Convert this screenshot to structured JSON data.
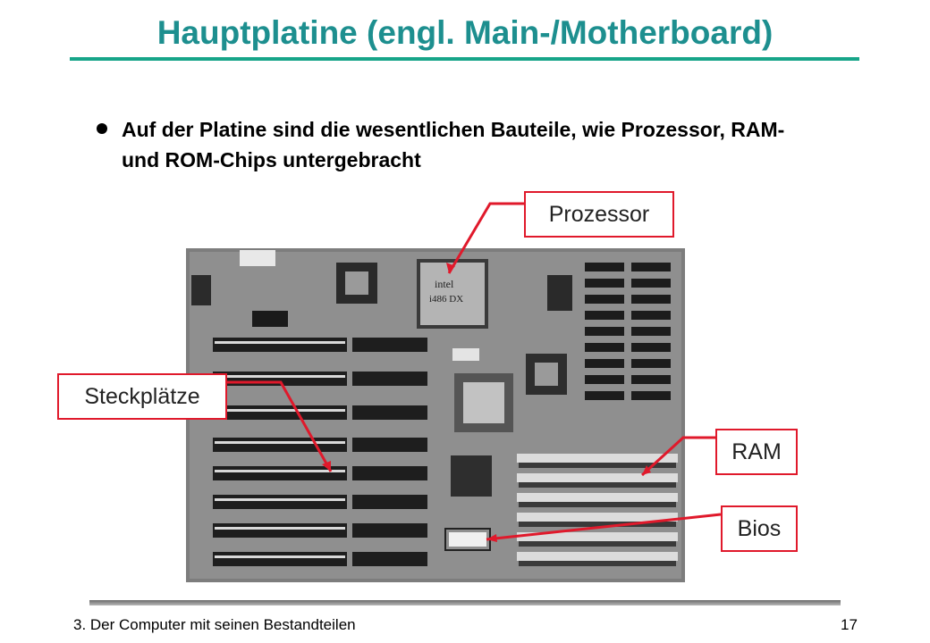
{
  "slide": {
    "title": "Hauptplatine (engl. Main-/Motherboard)",
    "bullet": "Auf der Platine sind die wesentlichen Bauteile, wie Prozessor, RAM- und ROM-Chips untergebracht"
  },
  "labels": {
    "processor": "Prozessor",
    "slots": "Steckplätze",
    "ram": "RAM",
    "bios": "Bios"
  },
  "footer": {
    "chapter": "3. Der Computer mit seinen Bestandteilen",
    "page_number": "17"
  },
  "colors": {
    "title": "#1d8f8f",
    "rule": "#17a589",
    "label_border": "#e0192b",
    "arrow": "#e0192b"
  }
}
